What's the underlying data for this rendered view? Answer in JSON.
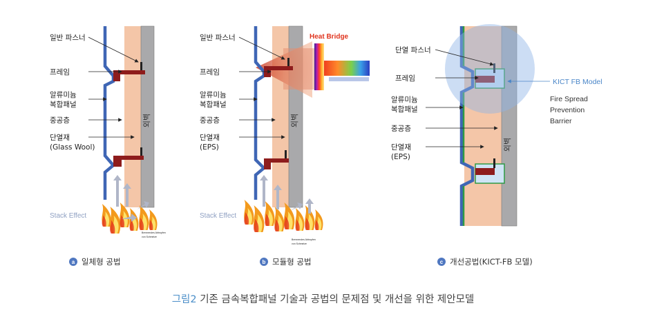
{
  "colors": {
    "panel_blue": "#3f66b5",
    "core_beige": "#f4c6a8",
    "wall_gray": "#a9a9ab",
    "frame_red": "#8e1c1c",
    "heat_red": "#d9532e",
    "kict_blue": "#4a86c8",
    "caption_blue": "#4a8ec8",
    "badge_blue": "#4f77c0"
  },
  "diagram_a": {
    "labels": [
      "일반 파스너",
      "프레임",
      "알류미늄",
      "복합패널",
      "중공층",
      "단열재",
      "(Glass Wool)"
    ],
    "wall_label": "외벽",
    "stack_effect": "Stack Effect",
    "drip_text_1": "Brennendes Abtropfen",
    "drip_text_2": "von Schmelze",
    "badge": "a",
    "caption": "일체형 공법"
  },
  "diagram_b": {
    "labels": [
      "일반 파스너",
      "프레임",
      "알류미늄",
      "복합패널",
      "중공층",
      "단열재",
      "(EPS)"
    ],
    "wall_label": "외벽",
    "heat_bridge": "Heat Bridge",
    "stack_effect": "Stack Effect",
    "drip_text_1": "Brennendes Abtropfen",
    "drip_text_2": "von Schmelze",
    "badge": "b",
    "caption": "모듈형 공법"
  },
  "diagram_c": {
    "labels": [
      "단열 파스너",
      "프레임",
      "알류미늄",
      "복합패널",
      "중공층",
      "단열재",
      "(EPS)"
    ],
    "wall_label": "외벽",
    "model_label": "KICT FB Model",
    "barrier_lines": [
      "Fire Spread",
      "Prevention",
      "Barrier"
    ],
    "badge": "c",
    "caption": "개선공법(KICT-FB 모델)"
  },
  "figure_caption": {
    "number": "그림2",
    "text": " 기존 금속복합패널 기술과 공법의 문제점 및 개선을 위한 제안모델"
  }
}
